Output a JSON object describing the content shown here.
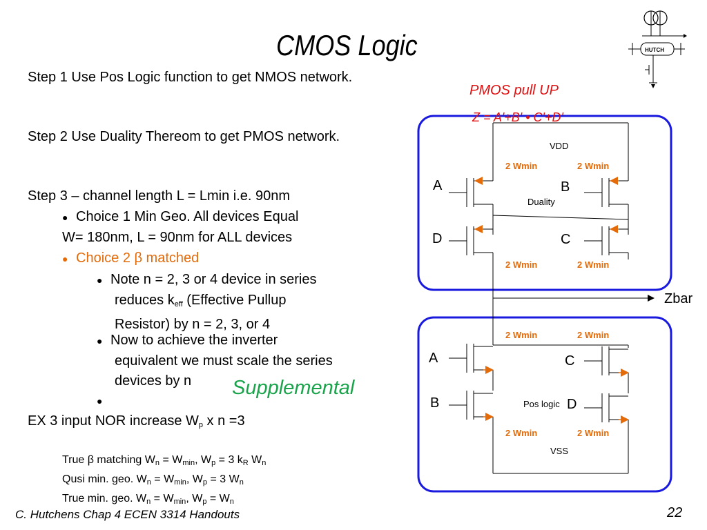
{
  "slide": {
    "title": "CMOS Logic",
    "step1": "Step 1 Use Pos Logic function to get NMOS network.",
    "step2": "Step 2 Use Duality Thereom to get PMOS network.",
    "step3": "Step 3 – channel length L = Lmin i.e. 90nm",
    "choice1_a": "Choice 1 Min Geo. All devices Equal",
    "choice1_b": "W= 180nm, L = 90nm for ALL devices",
    "choice2": "Choice 2  β matched",
    "note1_a": "Note n = 2, 3 or 4 device in series",
    "note1_b": "reduces k",
    "note1_sub": "eff",
    "note1_c": " (Effective Pullup",
    "note1_d": "Resistor) by n = 2, 3, or 4",
    "note2_a": "Now to achieve the inverter",
    "note2_b": "equivalent we must scale the series",
    "note2_c": "devices by n",
    "supplemental": "Supplemental",
    "ex3_a": "EX 3 input NOR increase W",
    "ex3_sub": "p",
    "ex3_b": "  x  n =3",
    "true_beta": "True β matching  W",
    "true_beta_r": "n",
    "true_beta_mid": " = W",
    "true_beta_min": "min",
    "true_beta_p": ", W",
    "true_beta_p_sub": "p",
    "true_beta_tail": " = 3 k",
    "true_beta_R": "R",
    "true_beta_end": " W",
    "true_beta_n": "n",
    "qusi": "Qusi min. geo. W",
    "qusi_n": "n",
    "qusi_mid": " = W",
    "qusi_min": "min",
    "qusi_p": ", W",
    "qusi_p_sub": "p",
    "qusi_tail": " = 3 W",
    "qusi_end": "n",
    "truemin": "True min. geo. W",
    "truemin_n": "n",
    "truemin_mid": " = W",
    "truemin_min": "min",
    "truemin_p": ", W",
    "truemin_p_sub": "p",
    "truemin_tail": " =  W",
    "truemin_end": "n",
    "footer": "C. Hutchens Chap 4 ECEN 3314 Handouts",
    "page_number": "22"
  },
  "diagram": {
    "pmos_title": "PMOS pull UP",
    "pmos_eq": "Z = A'+B' • C'+D'",
    "vdd": "VDD",
    "vss": "VSS",
    "duality": "Duality",
    "pos_logic": "Pos logic",
    "zbar": "Zbar",
    "wmin": "2 Wmin",
    "gate_a": "A",
    "gate_b": "B",
    "gate_c": "C",
    "gate_d": "D",
    "logo": "HUTCH",
    "accent": "#e36b0a",
    "box_color": "#1a1adf"
  }
}
